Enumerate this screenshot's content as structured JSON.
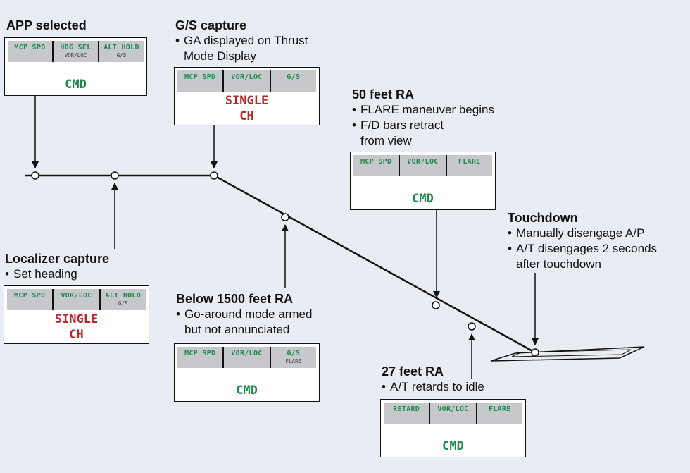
{
  "colors": {
    "engaged_green": "#1a8a4a",
    "single_ch_red": "#b8262a",
    "background": "#e9ecf3",
    "fma_bar": "#c6c8cc"
  },
  "stages": {
    "app_selected": {
      "title": "APP  selected",
      "bullets": [],
      "fma": {
        "cells": [
          {
            "mode": "MCP SPD",
            "armed": ""
          },
          {
            "mode": "HDG SEL",
            "armed": "VOR/LOC"
          },
          {
            "mode": "ALT HOLD",
            "armed": "G/S"
          }
        ],
        "status": [
          "CMD"
        ],
        "status_color": "green"
      }
    },
    "gs_capture": {
      "title": "G/S capture",
      "bullets": [
        [
          "GA displayed on Thrust",
          "Mode Display"
        ]
      ],
      "fma": {
        "cells": [
          {
            "mode": "MCP SPD",
            "armed": ""
          },
          {
            "mode": "VOR/LOC",
            "armed": ""
          },
          {
            "mode": "G/S",
            "armed": ""
          }
        ],
        "status": [
          "SINGLE",
          "CH"
        ],
        "status_color": "red"
      }
    },
    "fifty_feet": {
      "title": "50 feet RA",
      "bullets": [
        [
          "FLARE maneuver begins"
        ],
        [
          "F/D bars retract",
          "from view"
        ]
      ],
      "fma": {
        "cells": [
          {
            "mode": "MCP SPD",
            "armed": ""
          },
          {
            "mode": "VOR/LOC",
            "armed": ""
          },
          {
            "mode": "FLARE",
            "armed": ""
          }
        ],
        "status": [
          "CMD"
        ],
        "status_color": "green"
      }
    },
    "touchdown": {
      "title": "Touchdown",
      "bullets": [
        [
          "Manually disengage A/P"
        ],
        [
          "A/T disengages 2 seconds",
          "after touchdown"
        ]
      ]
    },
    "localizer_capture": {
      "title": "Localizer capture",
      "bullets": [
        [
          "Set heading"
        ]
      ],
      "fma": {
        "cells": [
          {
            "mode": "MCP SPD",
            "armed": ""
          },
          {
            "mode": "VOR/LOC",
            "armed": ""
          },
          {
            "mode": "ALT HOLD",
            "armed": "G/S"
          }
        ],
        "status": [
          "SINGLE",
          "CH"
        ],
        "status_color": "red"
      }
    },
    "below_1500": {
      "title": "Below 1500 feet RA",
      "bullets": [
        [
          "Go-around mode armed",
          "but not annunciated"
        ]
      ],
      "fma": {
        "cells": [
          {
            "mode": "MCP SPD",
            "armed": ""
          },
          {
            "mode": "VOR/LOC",
            "armed": ""
          },
          {
            "mode": "G/S",
            "armed": "FLARE"
          }
        ],
        "status": [
          "CMD"
        ],
        "status_color": "green"
      }
    },
    "twenty_seven_feet": {
      "title": "27 feet RA",
      "bullets": [
        [
          "A/T retards to idle"
        ]
      ],
      "fma": {
        "cells": [
          {
            "mode": "RETARD",
            "armed": ""
          },
          {
            "mode": "VOR/LOC",
            "armed": ""
          },
          {
            "mode": "FLARE",
            "armed": ""
          }
        ],
        "status": [
          "CMD"
        ],
        "status_color": "green"
      }
    }
  }
}
